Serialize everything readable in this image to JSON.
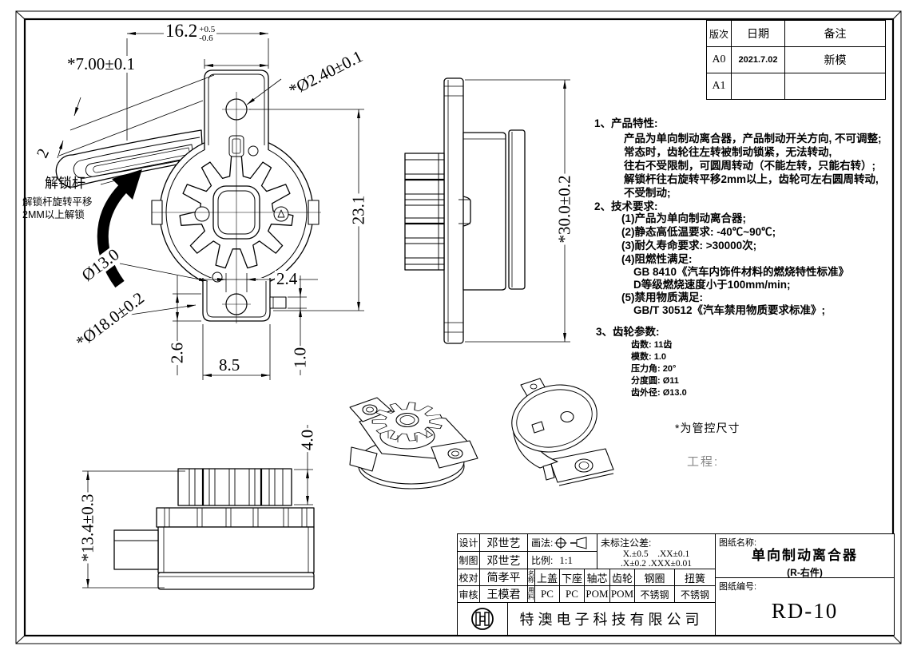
{
  "revision": {
    "h_rev": "版次",
    "h_date": "日期",
    "h_note": "备注",
    "r1_rev": "A0",
    "r1_date": "2021.7.02",
    "r1_note": "新模",
    "r2_rev": "A1",
    "r2_date": "",
    "r2_note": ""
  },
  "notes": {
    "s1_title": "1、产品特性:",
    "s1_l1": "产品为单向制动离合器，产品制动开关方向, 不可调整;",
    "s1_l2": "常态时，齿轮往左转被制动锁紧，无法转动,",
    "s1_l3": "往右不受限制，可圆周转动（不能左转，只能右转）;",
    "s1_l4": "解锁杆往右旋转平移2mm以上，齿轮可左右圆周转动,",
    "s1_l5": "不受制动;",
    "s2_title": "2、技术要求:",
    "s2_l1": "(1)产品为单向制动离合器;",
    "s2_l2": "(2)静态高低温要求: -40℃~90℃;",
    "s2_l3": "(3)耐久寿命要求: >30000次;",
    "s2_l4": "(4)阻燃性满足:",
    "s2_l5": "GB 8410《汽车内饰件材料的燃烧特性标准》",
    "s2_l6": "D等级燃烧速度小于100mm/min;",
    "s2_l7": "(5)禁用物质满足:",
    "s2_l8": "GB/T 30512《汽车禁用物质要求标准》;",
    "s3_title": "3、齿轮参数:",
    "g1": "齿数: 11齿",
    "g2": "模数: 1.0",
    "g3": "压力角: 20°",
    "g4": "分度圆: Ø11",
    "g5": "齿外径: Ø13.0",
    "control": "*为管控尺寸",
    "project": "工程:"
  },
  "labels": {
    "lever": "解锁杆",
    "lever_note1": "解锁杆旋转平移",
    "lever_note2": "2MM以上解锁"
  },
  "dims": {
    "w162": "16.2",
    "w162_p": "+0.5",
    "w162_m": "-0.6",
    "d700": "*7.00±0.1",
    "d240": "*Ø2.40±0.1",
    "d2": "2",
    "d231": "23.1",
    "d130": "Ø13.0",
    "d180": "*Ø18.0±0.2",
    "d24": "2.4",
    "d85": "8.5",
    "d26": "2.6",
    "d10": "1.0",
    "d300": "*30.0±0.2",
    "d134": "*13.4±0.3",
    "d40": "4.0"
  },
  "title_block": {
    "design_label": "设计",
    "design": "邓世艺",
    "draw_label": "制图",
    "draw": "邓世艺",
    "check_label": "校对",
    "check": "简孝平",
    "audit_label": "审核",
    "audit": "王模君",
    "method_label": "画法:",
    "scale_label": "比例:",
    "scale": "1:1",
    "tol_title": "未标注公差:",
    "tol_l1": "X.±0.5    .XX±0.1",
    "tol_l2": ".X±0.2 .XXX±0.01",
    "name_col": "名称",
    "mat_col": "用料",
    "p1": "上盖",
    "p2": "下座",
    "p3": "轴芯",
    "p4": "齿轮",
    "p5": "钢圈",
    "p6": "扭簧",
    "m1": "PC",
    "m2": "PC",
    "m3": "POM",
    "m4": "POM",
    "m5": "不锈钢",
    "m6": "不锈钢",
    "company": "特澳电子科技有限公司",
    "dn_label": "图纸名称:",
    "dn": "单向制动离合器",
    "dn_sub": "(R-右件)",
    "no_label": "图纸编号:",
    "no": "RD-10"
  },
  "colors": {
    "line": "#000000",
    "paper": "#ffffff",
    "muted": "#888888"
  }
}
